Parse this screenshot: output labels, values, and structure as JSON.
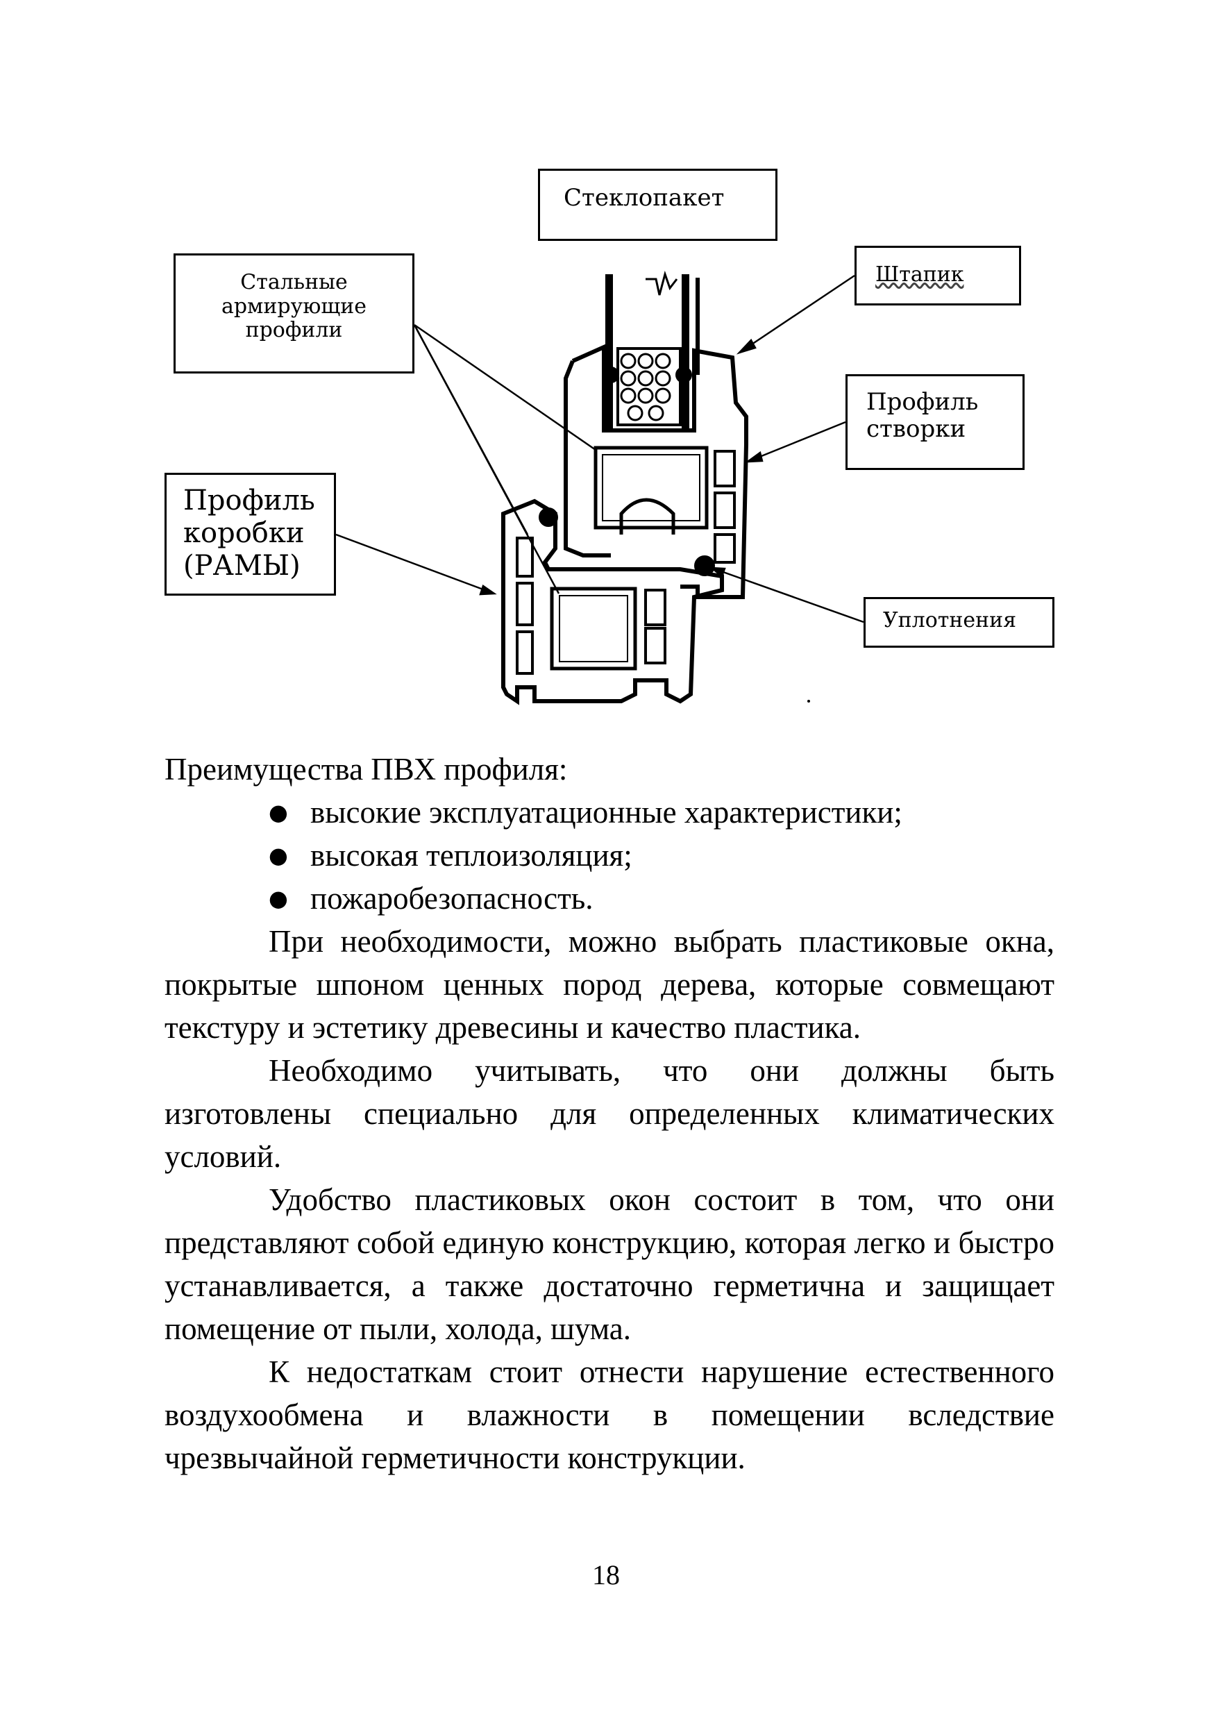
{
  "diagram": {
    "labels": {
      "glass_unit": "Стеклопакет",
      "steel_profiles": [
        "Стальные",
        "армирующие",
        "профили"
      ],
      "glazing_bead": "Штапик",
      "sash_profile": [
        "Профиль",
        "створки"
      ],
      "frame_profile": [
        "Профиль",
        "коробки",
        "(РАМЫ)"
      ],
      "seals": "Уплотнения"
    }
  },
  "heading": "Преимущества ПВХ профиля:",
  "bullets": [
    "высокие эксплуатационные характеристики;",
    "высокая теплоизоляция;",
    "пожаробезопасность."
  ],
  "paragraphs": [
    "При необходимости, можно выбрать пластико­вые окна, покрытые шпоном ценных пород дерева, которые совмещают текстуру и эстетику древесины и качество пластика.",
    "Необходимо учитывать, что они должны быть изготовлены специально для определенных климати­ческих условий.",
    "Удобство пластиковых окон состоит в том, что они представляют собой единую конструкцию, которая легко и быстро устанавливается, а также достаточно гер­метична и защищает помещение от пыли, холода, шума.",
    "К недостаткам стоит отнести нарушение естест­венного воздухообмена и влажности в помещении вследствие чрезвычайной герметичности конструкции."
  ],
  "page_number": "18",
  "colors": {
    "ink": "#000000",
    "paper": "#ffffff"
  }
}
